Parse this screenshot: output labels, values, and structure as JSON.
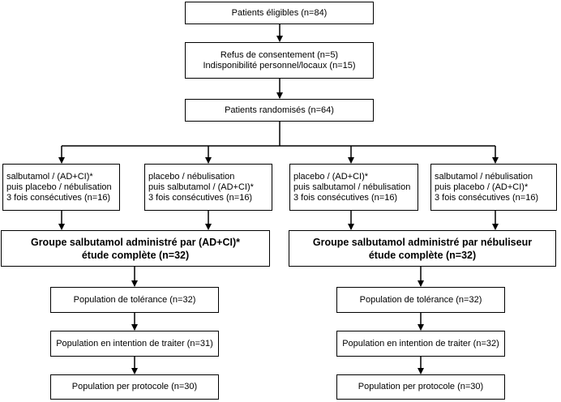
{
  "nodes": {
    "eligible": "Patients éligibles (n=84)",
    "refus_line1": "Refus de consentement (n=5)",
    "refus_line2": "Indisponibilité personnel/locaux (n=15)",
    "randomized": "Patients randomisés (n=64)",
    "arm1": {
      "l1": "salbutamol / (AD+CI)*",
      "l2": "puis placebo / nébulisation",
      "l3": "3 fois consécutives (n=16)"
    },
    "arm2": {
      "l1": "placebo / nébulisation",
      "l2": "puis salbutamol / (AD+CI)*",
      "l3": "3 fois consécutives (n=16)"
    },
    "arm3": {
      "l1": "placebo / (AD+CI)*",
      "l2": "puis salbutamol / nébulisation",
      "l3": "3 fois consécutives (n=16)"
    },
    "arm4": {
      "l1": "salbutamol / nébulisation",
      "l2": "puis placebo / (AD+CI)*",
      "l3": "3 fois consécutives (n=16)"
    },
    "group_left": {
      "l1": "Groupe salbutamol administré par (AD+CI)*",
      "l2": "étude complète (n=32)"
    },
    "group_right": {
      "l1": "Groupe salbutamol administré par nébuliseur",
      "l2": "étude complète (n=32)"
    },
    "left_tol": "Population de tolérance (n=32)",
    "left_itt": "Population en intention de traiter (n=31)",
    "left_pp": "Population per protocole (n=30)",
    "right_tol": "Population de tolérance (n=32)",
    "right_itt": "Population en intention de traiter (n=32)",
    "right_pp": "Population per protocole (n=30)"
  }
}
